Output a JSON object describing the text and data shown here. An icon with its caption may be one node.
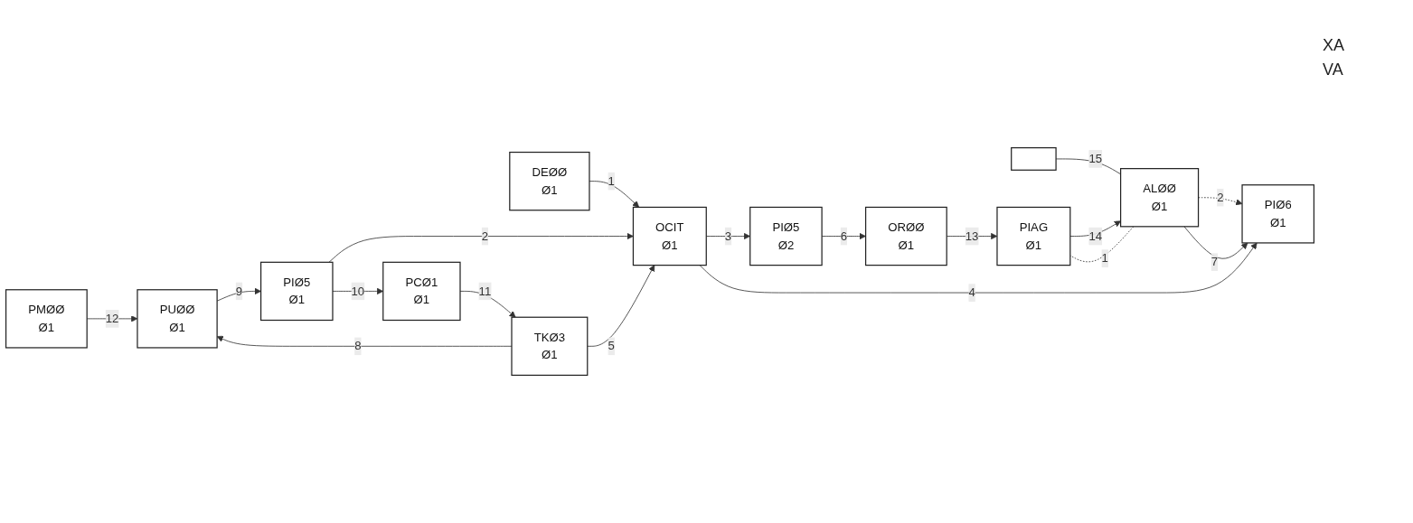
{
  "diagram": {
    "nodes": [
      {
        "text": [
          "PMØØ",
          "Ø1"
        ]
      },
      {
        "text": [
          "DEØØ",
          "Ø1"
        ]
      },
      {
        "text": [],
        "shape": "box"
      },
      {
        "text": [
          "PUØØ",
          "Ø1"
        ]
      },
      {
        "text": [
          "PIØ5",
          "Ø1"
        ]
      },
      {
        "text": [
          "OCIT",
          "Ø1"
        ]
      },
      {
        "text": [
          "PIØ5",
          "Ø2"
        ]
      },
      {
        "text": [
          "ORØØ",
          "Ø1"
        ]
      },
      {
        "text": [
          "PIAG",
          "Ø1"
        ]
      },
      {
        "text": [
          "ALØØ",
          "Ø1"
        ]
      },
      {
        "text": [
          "PCØ1",
          "Ø1"
        ]
      },
      {
        "text": [
          "PIØ6",
          "Ø1"
        ]
      },
      {
        "text": [
          "TKØ3",
          "Ø1"
        ]
      }
    ],
    "edges": [
      {
        "from": 0,
        "to": 3,
        "arrow": "to",
        "label": "12"
      },
      {
        "from": 3,
        "to": 4,
        "arrow": "to",
        "label": "9"
      },
      {
        "from": 1,
        "to": 5,
        "arrow": "to",
        "label": "1"
      },
      {
        "from": 4,
        "to": 5,
        "arrow": "to",
        "label": "2"
      },
      {
        "from": 5,
        "to": 6,
        "arrow": "to",
        "label": "3"
      },
      {
        "from": 6,
        "to": 7,
        "arrow": "to",
        "label": "6"
      },
      {
        "from": 7,
        "to": 8,
        "arrow": "to",
        "label": "13"
      },
      {
        "from": 8,
        "to": 9,
        "arrow": "to",
        "label": "14"
      },
      {
        "from": 2,
        "to": 9,
        "arrow": "none",
        "label": "15"
      },
      {
        "from": 9,
        "to": 8,
        "arrow": "none",
        "label": "1",
        "style": "dashed"
      },
      {
        "from": 9,
        "to": 11,
        "arrow": "to",
        "label": "2",
        "style": "dashed"
      },
      {
        "from": 4,
        "to": 10,
        "arrow": "to",
        "label": "10"
      },
      {
        "from": 10,
        "to": 12,
        "arrow": "to",
        "label": "11"
      },
      {
        "from": 12,
        "to": 3,
        "arrow": "to",
        "label": "8"
      },
      {
        "from": 12,
        "to": 5,
        "arrow": "to",
        "label": "5"
      },
      {
        "from": 5,
        "to": 11,
        "arrow": "to",
        "label": "4"
      },
      {
        "from": 9,
        "to": 11,
        "arrow": "to",
        "label": "7"
      }
    ],
    "labels": [
      "XA",
      "VA"
    ]
  }
}
